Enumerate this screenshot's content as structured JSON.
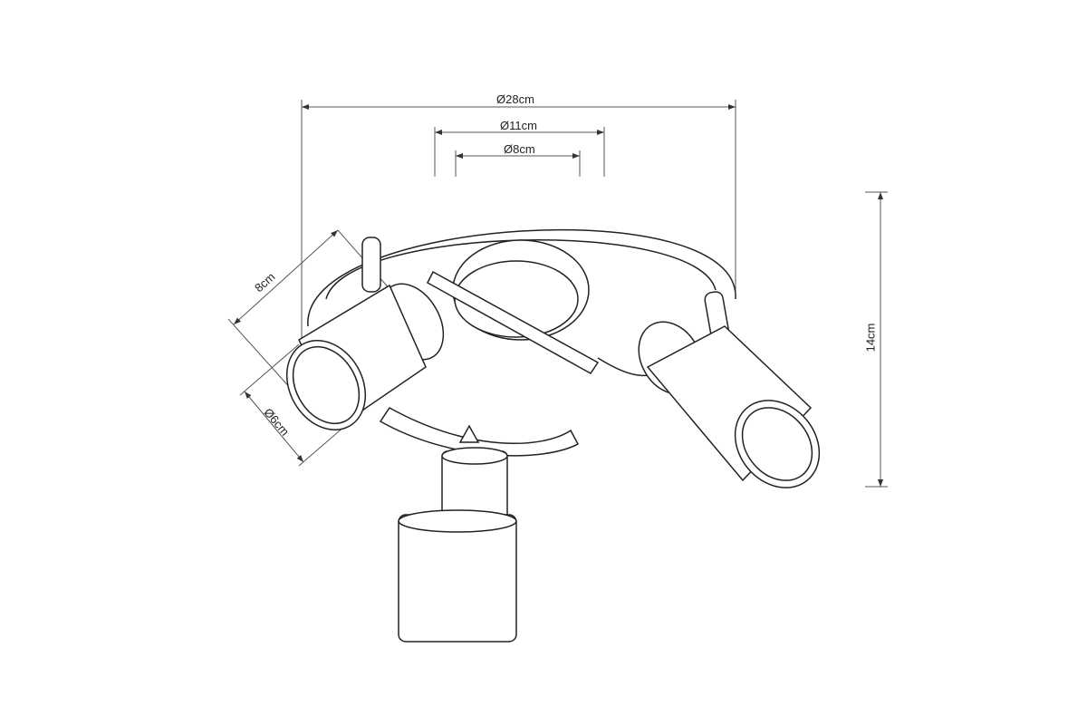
{
  "dimensions": {
    "outer_diameter": "Ø28cm",
    "canopy_outer_diameter": "Ø11cm",
    "canopy_inner_diameter": "Ø8cm",
    "spot_length": "8cm",
    "spot_diameter": "Ø6cm",
    "height": "14cm"
  },
  "colors": {
    "line": "#222222",
    "dim_line": "#555555"
  }
}
